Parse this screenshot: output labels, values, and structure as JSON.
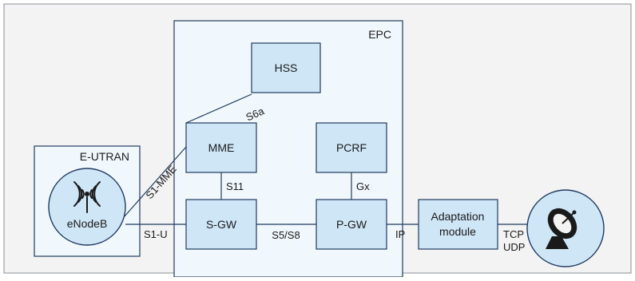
{
  "outer_region": {},
  "epc": {
    "label": "EPC"
  },
  "eutran": {
    "label": "E-UTRAN"
  },
  "nodes": {
    "hss": "HSS",
    "mme": "MME",
    "pcrf": "PCRF",
    "sgw": "S-GW",
    "pgw": "P-GW",
    "adaptation_line1": "Adaptation",
    "adaptation_line2": "module",
    "enodeb": "eNodeB"
  },
  "interfaces": {
    "s6a": "S6a",
    "s1_mme": "S1-MME",
    "s11": "S11",
    "gx": "Gx",
    "s1_u": "S1-U",
    "s5_s8": "S5/S8",
    "ip": "IP",
    "tcp": "TCP",
    "udp": "UDP"
  },
  "icons": {
    "antenna": "radio-antenna-icon",
    "satellite": "satellite-dish-icon"
  },
  "colors": {
    "node_fill": "#cfe6f7",
    "region_fill": "#f1f8fd",
    "outer_fill": "#f3f3f3",
    "stroke": "#1f3a60"
  }
}
